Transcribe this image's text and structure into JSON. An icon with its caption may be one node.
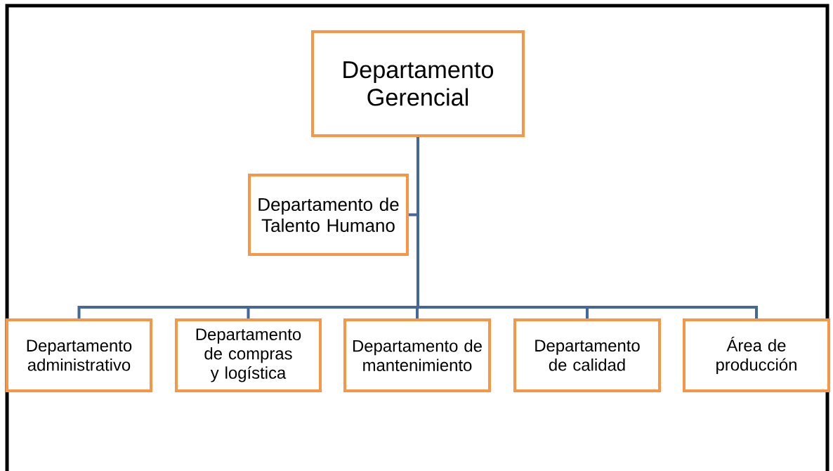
{
  "diagram": {
    "nodes": [
      {
        "text": [
          "Departamento Gerencial"
        ]
      },
      {
        "text": [
          "Departamento de Talento Humano"
        ]
      },
      {
        "text": [
          "Departamento administrativo"
        ]
      },
      {
        "text": [
          "Departamento de compras y logística"
        ]
      },
      {
        "text": [
          "Departamento de mantenimiento"
        ]
      },
      {
        "text": [
          "Departamento de calidad"
        ]
      },
      {
        "text": [
          "Área de producción"
        ]
      }
    ],
    "edges": [
      {
        "from": 0,
        "to": 1,
        "arrow": "none"
      },
      {
        "from": 0,
        "to": 2,
        "arrow": "none"
      },
      {
        "from": 0,
        "to": 3,
        "arrow": "none"
      },
      {
        "from": 0,
        "to": 4,
        "arrow": "none"
      },
      {
        "from": 0,
        "to": 5,
        "arrow": "none"
      },
      {
        "from": 0,
        "to": 6,
        "arrow": "none"
      }
    ]
  }
}
